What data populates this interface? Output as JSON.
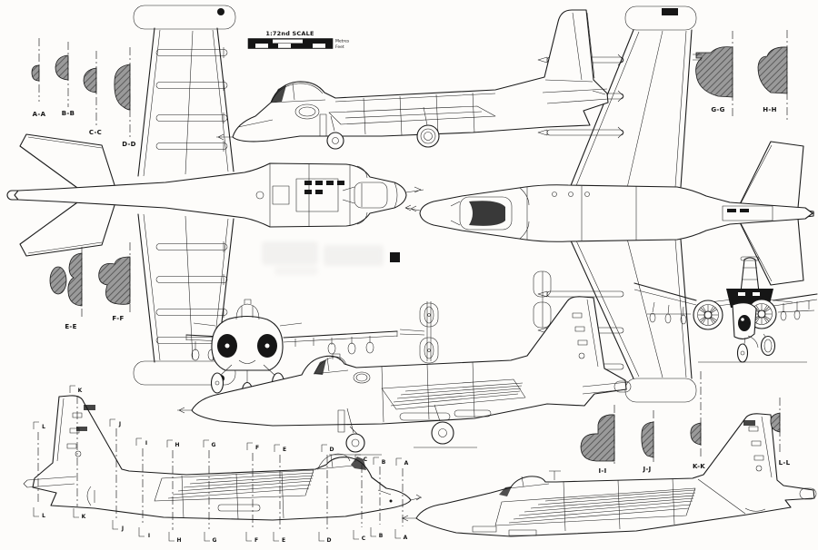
{
  "scale_bar": {
    "title": "1:72nd SCALE",
    "unit_top": "Metres",
    "unit_bottom": "Feet"
  },
  "sections": {
    "top_left": [
      "A-A",
      "B-B",
      "C-C",
      "D-D"
    ],
    "mid_left": [
      "E-E",
      "F-F"
    ],
    "top_right": [
      "G-G",
      "H-H"
    ],
    "bottom_right": [
      "I-I",
      "J-J",
      "K-K",
      "L-L"
    ]
  },
  "stations": {
    "top": [
      "L",
      "K",
      "J",
      "I",
      "H",
      "G",
      "F",
      "E",
      "D",
      "C",
      "B",
      "A"
    ],
    "bottom": [
      "L",
      "K",
      "J",
      "I",
      "H",
      "G",
      "F",
      "E",
      "D",
      "C",
      "B",
      "A"
    ]
  },
  "colors": {
    "ink": "#1c1c1c",
    "paper": "#fdfcfa",
    "hatch_fill": "#9a9a9a",
    "hatch_line": "#4f4f4f"
  }
}
